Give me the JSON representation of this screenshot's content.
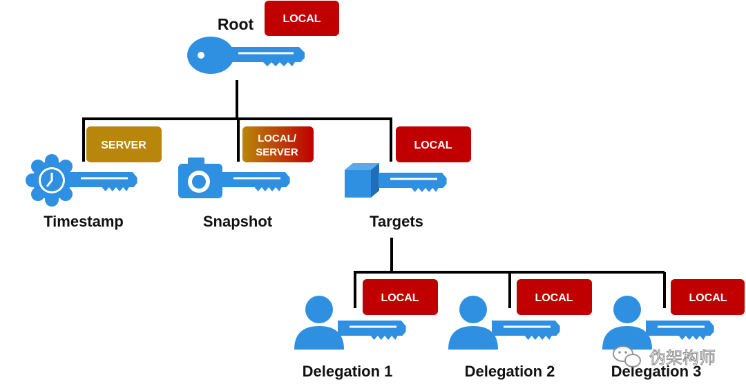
{
  "colors": {
    "local": "#c00000",
    "server": "#b8860b",
    "key_blue": "#2f8fe0",
    "line": "#000000"
  },
  "nodes": {
    "root": {
      "label": "Root",
      "badge": "LOCAL",
      "icon": "key-icon"
    },
    "timestamp": {
      "label": "Timestamp",
      "badge": "SERVER",
      "icon": "clock-key-icon"
    },
    "snapshot": {
      "label": "Snapshot",
      "badge_line1": "LOCAL/",
      "badge_line2": "SERVER",
      "icon": "camera-key-icon"
    },
    "targets": {
      "label": "Targets",
      "badge": "LOCAL",
      "icon": "cube-key-icon"
    },
    "delegation1": {
      "label": "Delegation 1",
      "badge": "LOCAL",
      "icon": "person-key-icon"
    },
    "delegation2": {
      "label": "Delegation 2",
      "badge": "LOCAL",
      "icon": "person-key-icon"
    },
    "delegation3": {
      "label": "Delegation 3",
      "badge": "LOCAL",
      "icon": "person-key-icon"
    }
  },
  "watermark": {
    "text": "伪架构师",
    "icon": "wechat-icon"
  }
}
